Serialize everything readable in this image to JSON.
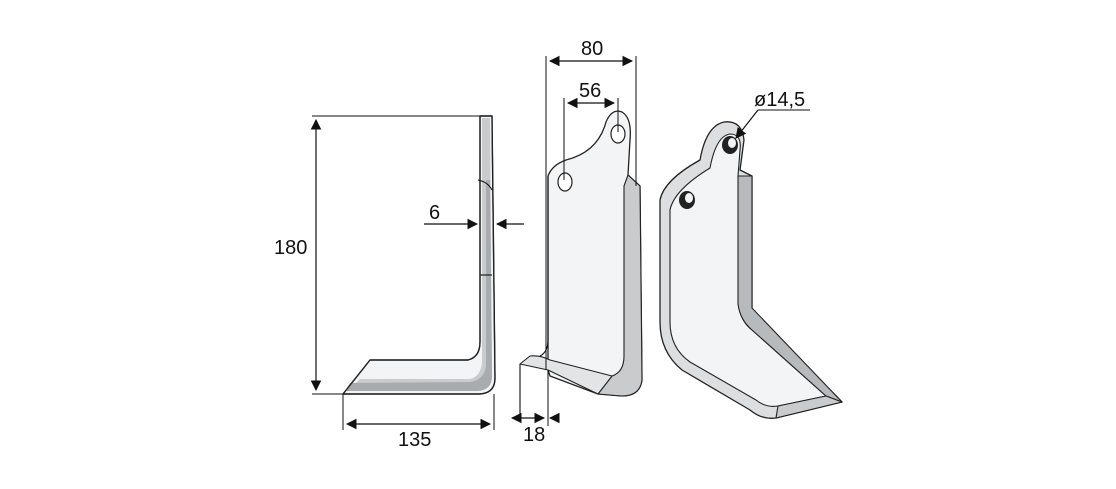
{
  "diagram": {
    "dimensions": {
      "height": "180",
      "width": "135",
      "thickness": "6",
      "top_width": "80",
      "hole_spacing": "56",
      "bottom_offset": "18",
      "hole_diameter": "ø14,5"
    },
    "colors": {
      "outline": "#222222",
      "blade_face": "#f3f4f5",
      "blade_edge": "#c9cbcd",
      "blade_edge_dark": "#a9acaf",
      "dimension_line": "#111111"
    }
  }
}
